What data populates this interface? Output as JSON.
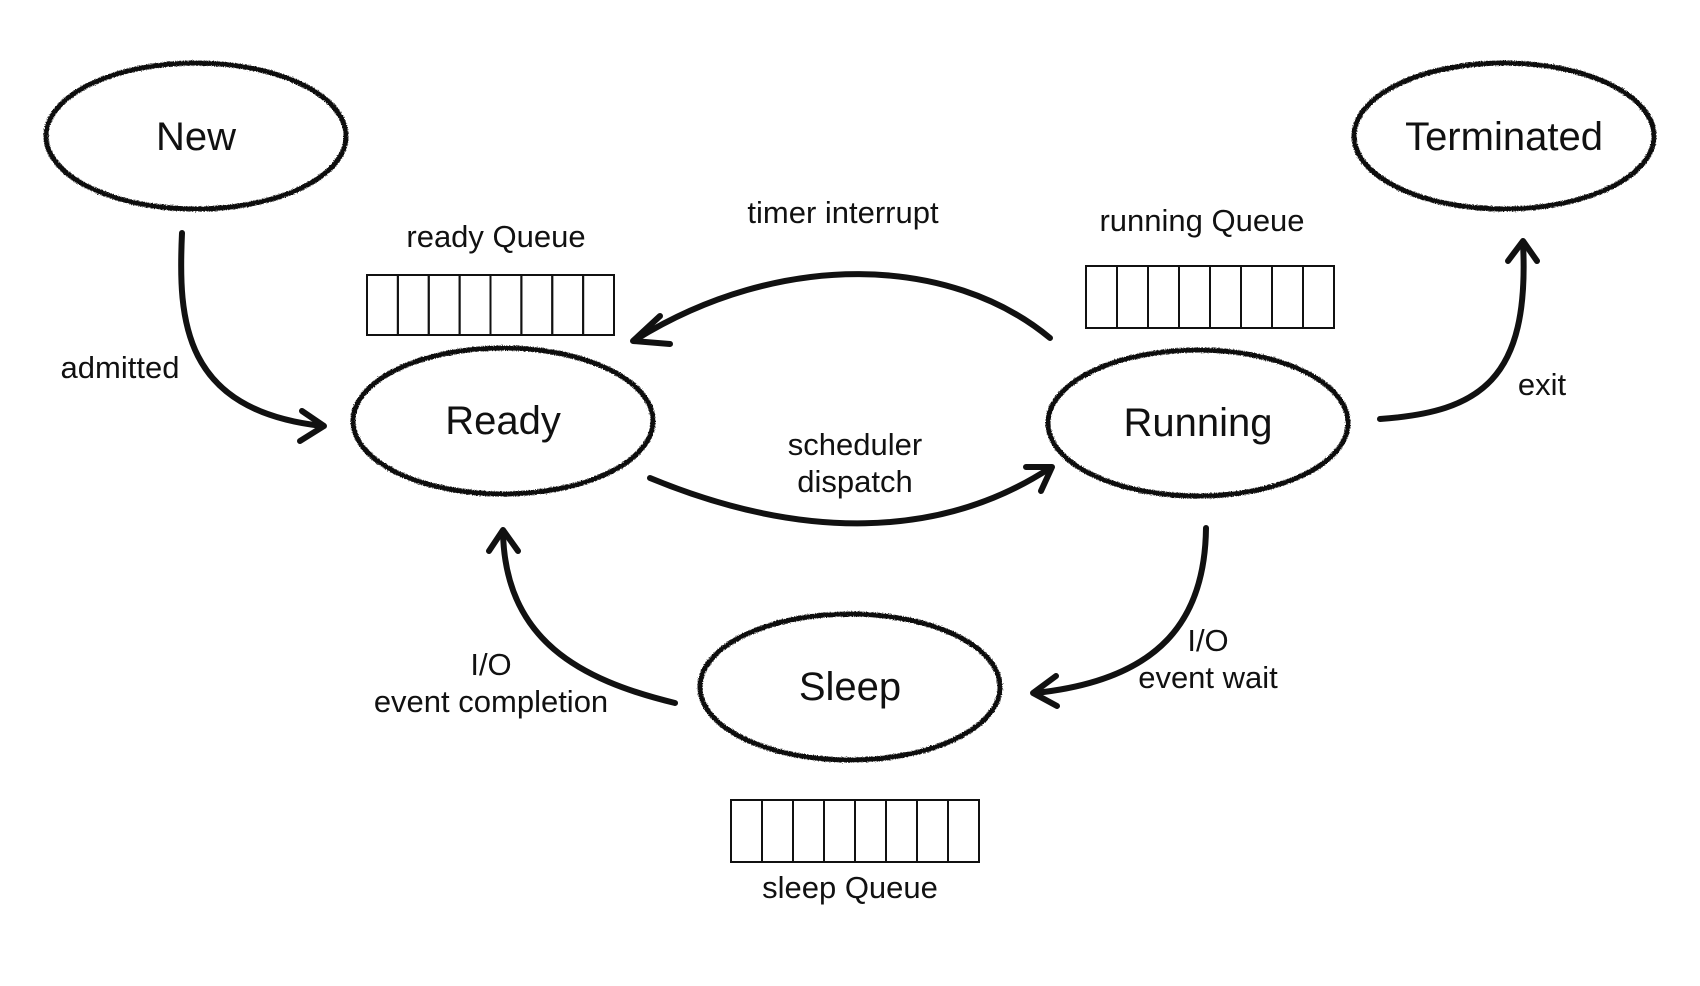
{
  "colors": {
    "ink": "#111111",
    "background": "#ffffff"
  },
  "states": {
    "new": "New",
    "ready": "Ready",
    "running": "Running",
    "sleep": "Sleep",
    "terminated": "Terminated"
  },
  "queues": {
    "ready": {
      "label": "ready Queue",
      "slots": 8
    },
    "running": {
      "label": "running Queue",
      "slots": 8
    },
    "sleep": {
      "label": "sleep Queue",
      "slots": 8
    }
  },
  "transitions": {
    "admitted": "admitted",
    "timer_interrupt": "timer interrupt",
    "scheduler_dispatch": [
      "scheduler",
      "dispatch"
    ],
    "exit": "exit",
    "io_event_wait": [
      "I/O",
      "event wait"
    ],
    "io_event_completion": [
      "I/O",
      "event completion"
    ]
  }
}
